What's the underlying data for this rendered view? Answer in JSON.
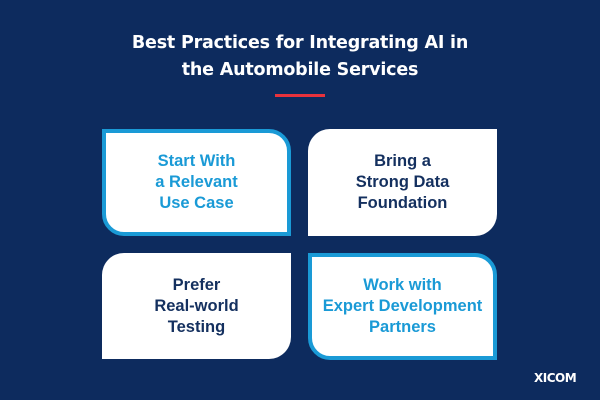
{
  "title": {
    "line1": "Best Practices for Integrating AI in",
    "line2": "the Automobile Services"
  },
  "colors": {
    "background": "#0d2b5e",
    "accent_red": "#e8323c",
    "accent_blue": "#1a9ad6",
    "dark_text": "#14305f"
  },
  "cards": [
    {
      "lines": [
        "Start With",
        "a Relevant",
        "Use Case"
      ],
      "highlighted": true
    },
    {
      "lines": [
        "Bring a",
        "Strong Data",
        "Foundation"
      ],
      "highlighted": false
    },
    {
      "lines": [
        "Prefer",
        "Real-world",
        "Testing"
      ],
      "highlighted": false
    },
    {
      "lines": [
        "Work with",
        "Expert Development",
        "Partners"
      ],
      "highlighted": true
    }
  ],
  "brand": {
    "logo_text": "XICOM"
  }
}
